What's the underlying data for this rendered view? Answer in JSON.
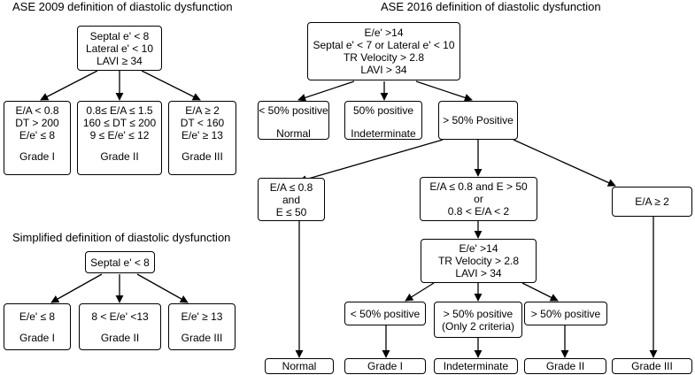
{
  "ase2009": {
    "title": "ASE 2009 definition of diastolic dysfunction",
    "root": [
      "Septal e' < 8",
      "Lateral e' < 10",
      "LAVI ≥ 34"
    ],
    "grade1": {
      "criteria": [
        "E/A < 0.8",
        "DT > 200",
        "E/e' ≤ 8"
      ],
      "label": "Grade I"
    },
    "grade2": {
      "criteria": [
        "0.8≤ E/A ≤ 1.5",
        "160 ≤ DT ≤ 200",
        "9 ≤ E/e' ≤ 12"
      ],
      "label": "Grade II"
    },
    "grade3": {
      "criteria": [
        "E/A ≥ 2",
        "DT < 160",
        "E/e' ≥ 13"
      ],
      "label": "Grade III"
    }
  },
  "simplified": {
    "title": "Simplified definition of diastolic dysfunction",
    "root": "Septal e' < 8",
    "grade1": {
      "criteria": "E/e' ≤ 8",
      "label": "Grade I"
    },
    "grade2": {
      "criteria": "8 < E/e' <13",
      "label": "Grade II"
    },
    "grade3": {
      "criteria": "E/e' ≥ 13",
      "label": "Grade III"
    }
  },
  "ase2016": {
    "title": "ASE 2016 definition of diastolic dysfunction",
    "root": [
      "E/e' >14",
      "Septal e' < 7 or Lateral e' < 10",
      "TR Velocity > 2.8",
      "LAVI > 34"
    ],
    "lt50": {
      "line1": "< 50% positive",
      "line2": "Normal"
    },
    "eq50": {
      "line1": "50% positive",
      "line2": "Indeterminate"
    },
    "gt50": "> 50% Positive",
    "ea_low": [
      "E/A ≤ 0.8",
      "and",
      "E ≤ 50"
    ],
    "ea_mid": [
      "E/A ≤ 0.8 and E > 50",
      "or",
      "0.8 < E/A < 2"
    ],
    "ea_high": "E/A ≥ 2",
    "second": [
      "E/e' >14",
      "TR Velocity > 2.8",
      "LAVI > 34"
    ],
    "sub_lt50": "< 50% positive",
    "sub_2crit": [
      "> 50% positive",
      "(Only 2 criteria)"
    ],
    "sub_gt50": "> 50% positive",
    "outcomes": {
      "normal": "Normal",
      "grade1": "Grade I",
      "indeterminate": "Indeterminate",
      "grade2": "Grade II",
      "grade3": "Grade III"
    }
  }
}
